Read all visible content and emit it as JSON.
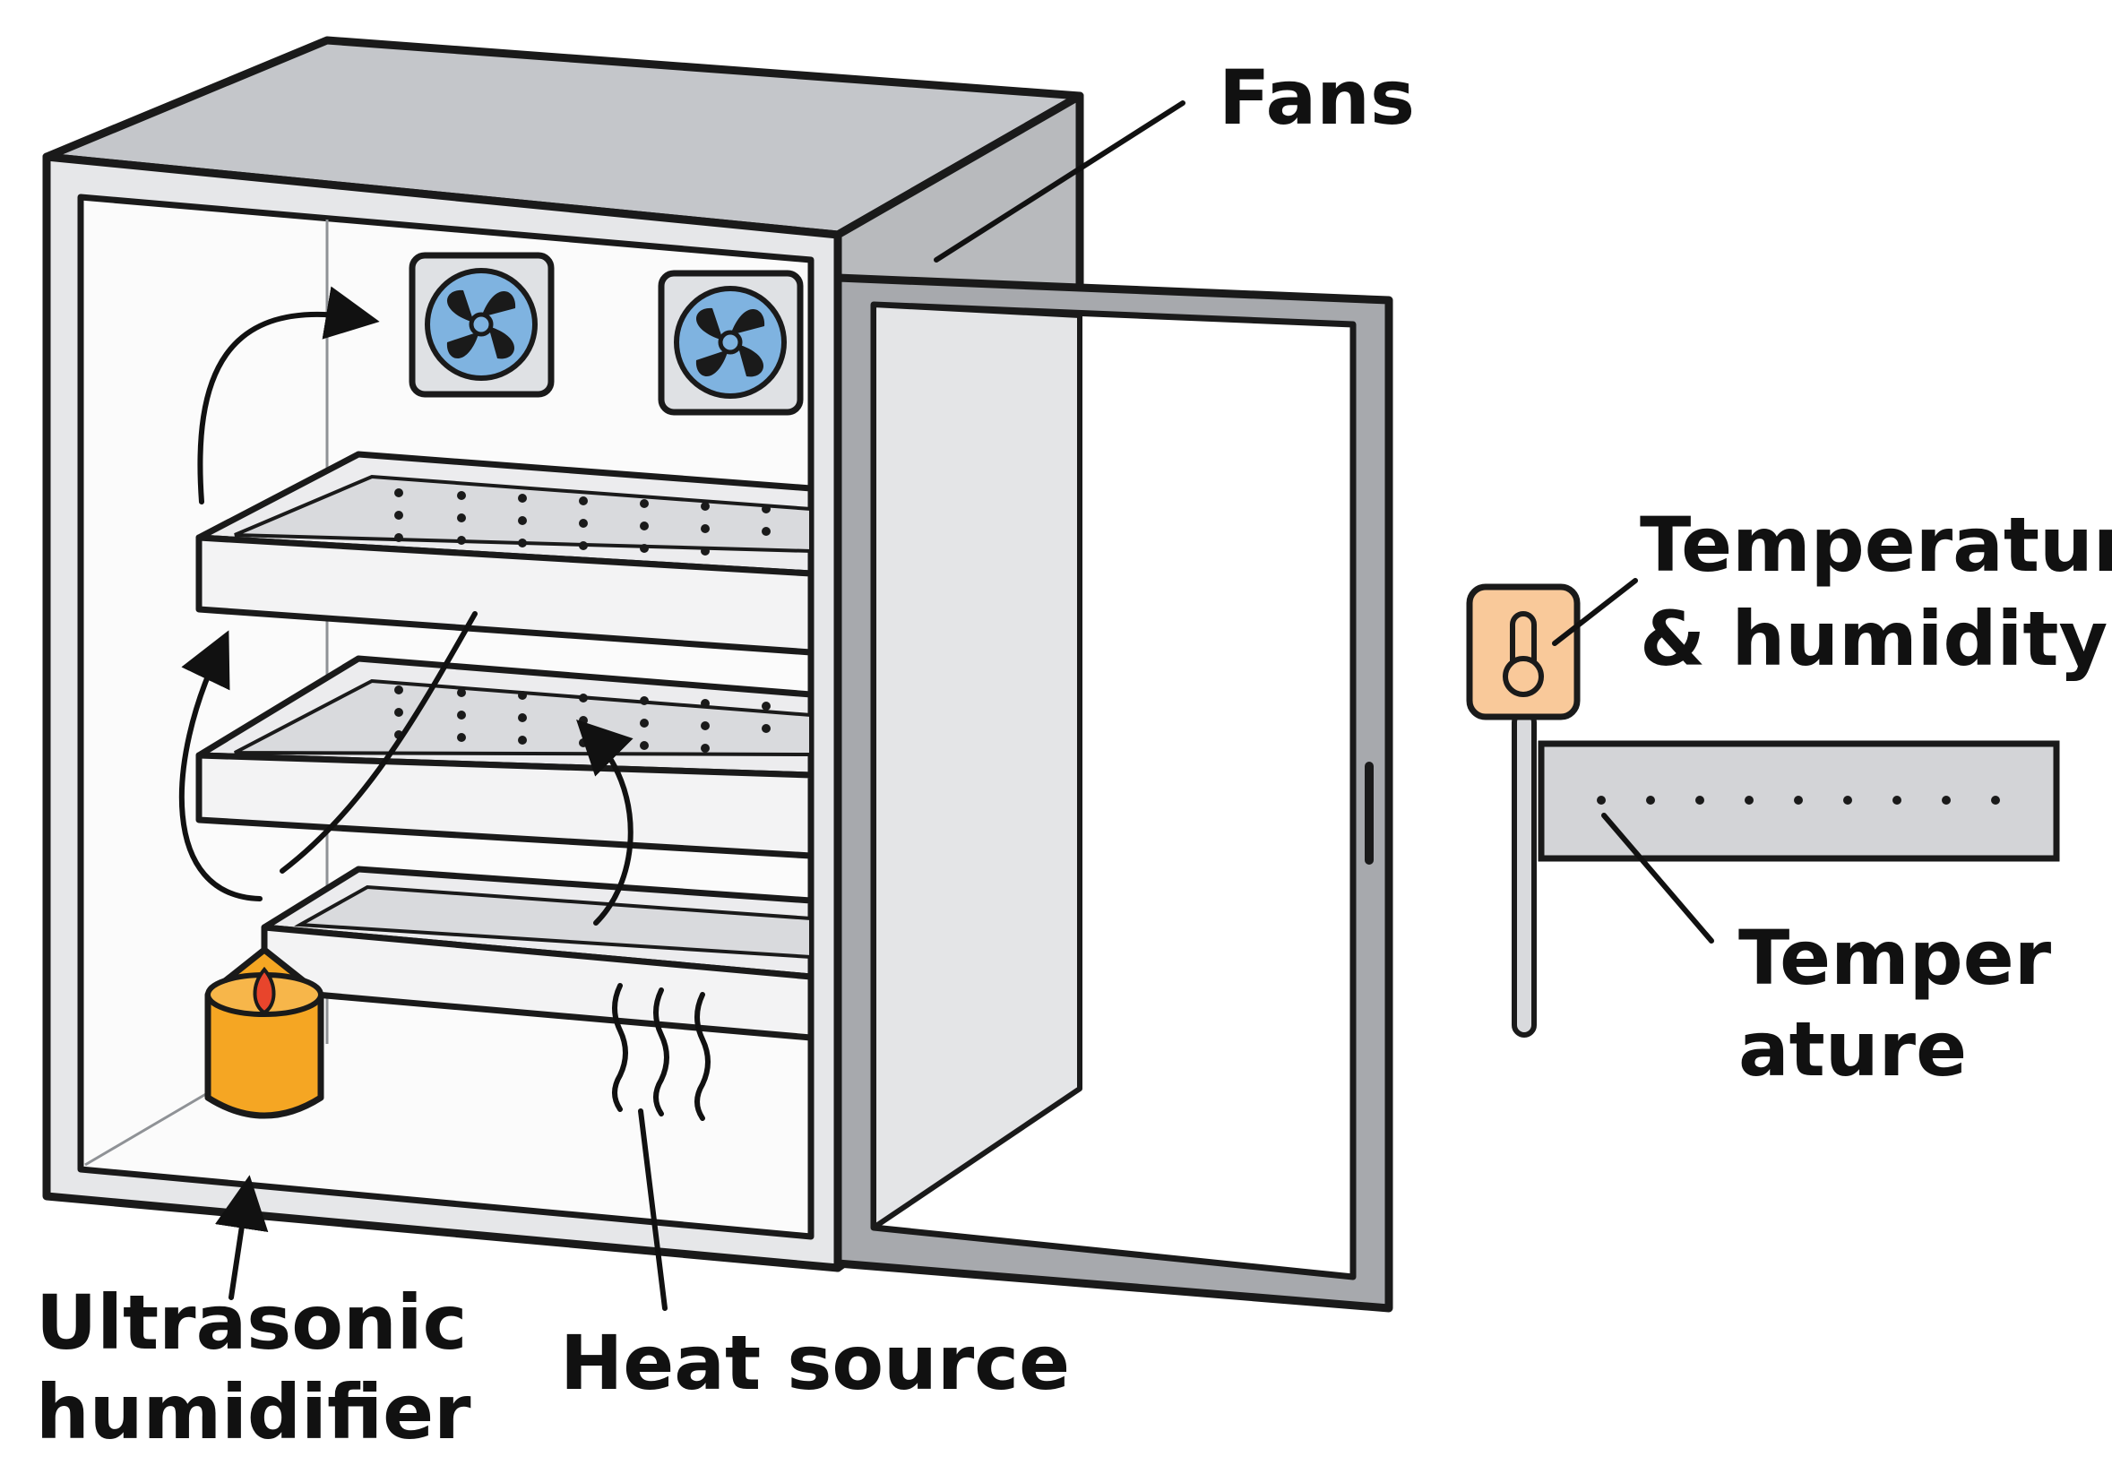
{
  "diagram": {
    "labels": {
      "fans": "Fans",
      "temp_humidity_line1": "Temperature",
      "temp_humidity_line2": "& humidity",
      "temperature_line1": "Temper",
      "temperature_line2": "ature",
      "humidifier_line1": "Ultrasonic",
      "humidifier_line2": "humidifier",
      "heat_source": "Heat source"
    },
    "icons": [
      "fan-icon",
      "fan-icon",
      "thermometer-icon",
      "flame-icon",
      "heat-waves-icon"
    ],
    "colors": {
      "cabinet_outline": "#1a1a1a",
      "cabinet_top": "#c4c6ca",
      "cabinet_side": "#b8babd",
      "door_frame": "#a7a9ad",
      "fan_blade": "#7fb3e0",
      "humidifier_body": "#f5a623",
      "flame": "#e8452c",
      "sensor_badge": "#f9c99a"
    }
  }
}
